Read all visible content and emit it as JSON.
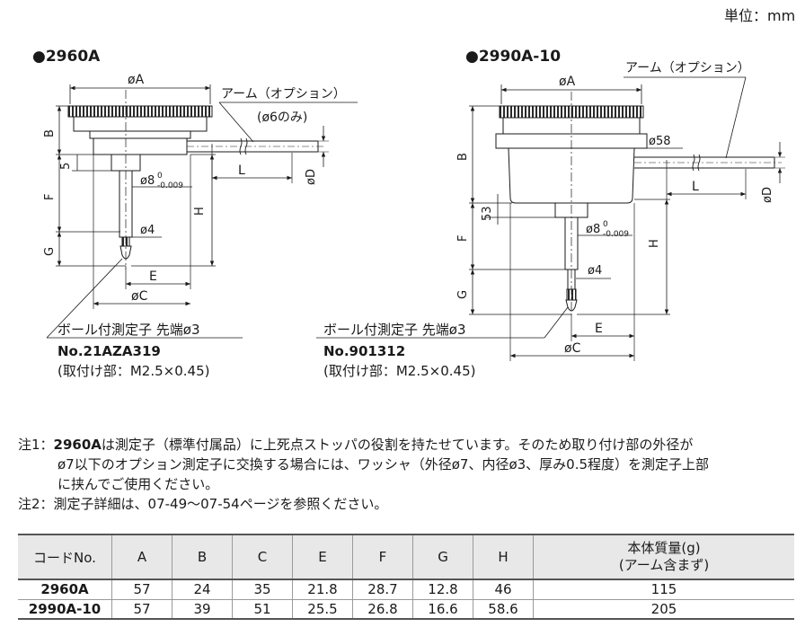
{
  "unit_label": "単位：mm",
  "models": [
    {
      "name": "●2960A",
      "dim_A": "øA",
      "dim_B": "B",
      "dim_F": "F",
      "dim_G": "G",
      "dim_H": "H",
      "dim_C": "øC",
      "dim_E": "E",
      "dim_L": "L",
      "dim_D": "øD",
      "dim_5": "5",
      "dim_phi8": "ø8",
      "tol_upper": "0",
      "tol_lower": "-0.009",
      "dim_phi4": "ø4",
      "arm_label": "アーム（オプション）",
      "arm_sub": "(ø6のみ)",
      "probe_label": "ボール付測定子  先端ø3",
      "probe_no": "No.21AZA319",
      "probe_mount": "(取付け部：M2.5×0.45)"
    },
    {
      "name": "●2990A-10",
      "dim_A": "øA",
      "dim_B": "B",
      "dim_F": "F",
      "dim_G": "G",
      "dim_H": "H",
      "dim_C": "øC",
      "dim_E": "E",
      "dim_L": "L",
      "dim_D": "øD",
      "dim_53": "53",
      "dim_phi58": "ø58",
      "dim_phi8": "ø8",
      "tol_upper": "0",
      "tol_lower": "-0.009",
      "dim_phi4": "ø4",
      "arm_label": "アーム（オプション）",
      "probe_label": "ボール付測定子  先端ø3",
      "probe_no": "No.901312",
      "probe_mount": "(取付け部：M2.5×0.45)"
    }
  ],
  "notes": [
    {
      "prefix": "注1：",
      "bold": "2960A",
      "text": "は測定子（標準付属品）に上死点ストッパの役割を持たせています。そのため取り付け部の外径が"
    },
    {
      "prefix": "",
      "bold": "",
      "text": "ø7以下のオプション測定子に交換する場合には、ワッシャ（外径ø7、内径ø3、厚み0.5程度）を測定子上部"
    },
    {
      "prefix": "",
      "bold": "",
      "text": "に挟んでご使用ください。"
    },
    {
      "prefix": "注2：",
      "bold": "",
      "text": "測定子詳細は、07-49〜07-54ページを参照ください。"
    }
  ],
  "table": {
    "headers": [
      "コードNo.",
      "A",
      "B",
      "C",
      "E",
      "F",
      "G",
      "H",
      "本体質量(g)",
      "(アーム含まず)"
    ],
    "rows": [
      [
        "2960A",
        "57",
        "24",
        "35",
        "21.8",
        "28.7",
        "12.8",
        "46",
        "115"
      ],
      [
        "2990A-10",
        "57",
        "39",
        "51",
        "25.5",
        "26.8",
        "16.6",
        "58.6",
        "205"
      ]
    ]
  }
}
